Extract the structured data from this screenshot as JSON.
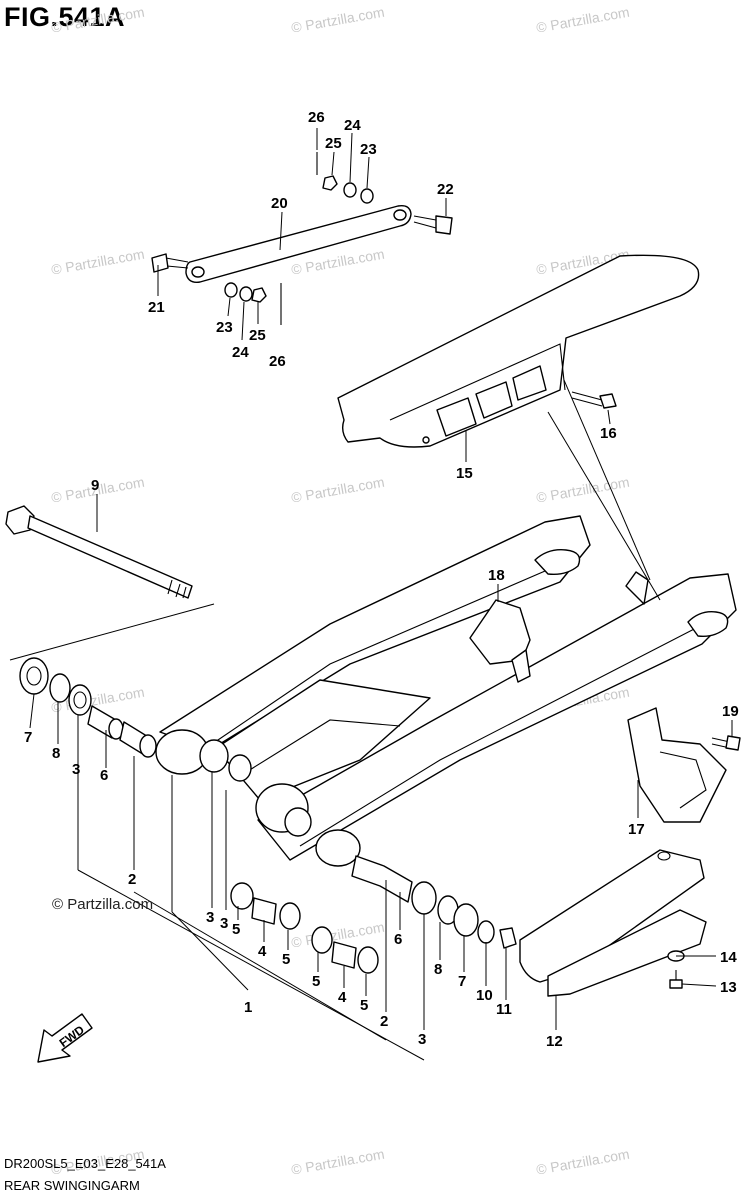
{
  "figure": {
    "title": "FIG.541A",
    "code": "DR200SL5_E03_E28_541A",
    "name": "REAR SWINGINGARM",
    "copyright": "© Partzilla.com",
    "watermark": "© Partzilla.com"
  },
  "callouts": {
    "c26a": "26",
    "c24a": "24",
    "c25a": "25",
    "c23a": "23",
    "c22": "22",
    "c20": "20",
    "c21": "21",
    "c23b": "23",
    "c24b": "24",
    "c25b": "25",
    "c26b": "26",
    "c16": "16",
    "c15": "15",
    "c9": "9",
    "c18": "18",
    "c19": "19",
    "c17": "17",
    "c7a": "7",
    "c8a": "8",
    "c3a": "3",
    "c6a": "6",
    "c2a": "2",
    "c3b": "3",
    "c3c": "3",
    "c5a": "5",
    "c4a": "4",
    "c5b": "5",
    "c1": "1",
    "c5c": "5",
    "c4b": "4",
    "c5d": "5",
    "c2b": "2",
    "c3d": "3",
    "c6b": "6",
    "c8b": "8",
    "c7b": "7",
    "c10": "10",
    "c11": "11",
    "c12": "12",
    "c14": "14",
    "c13": "13"
  },
  "fwd_label": "FWD"
}
